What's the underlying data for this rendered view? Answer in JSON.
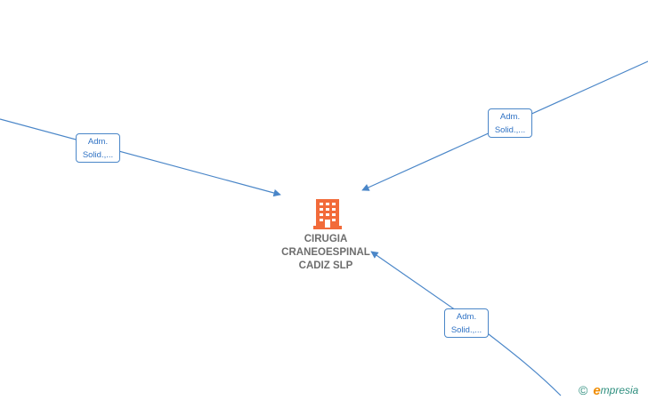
{
  "company": {
    "name_lines": [
      "CIRUGIA",
      "CRANEOESPINAL",
      "CADIZ  SLP"
    ],
    "icon": "building-icon",
    "icon_color": "#f26b3a"
  },
  "edges": [
    {
      "label_line1": "Adm.",
      "label_line2": "Solid.,..."
    },
    {
      "label_line1": "Adm.",
      "label_line2": "Solid.,..."
    },
    {
      "label_line1": "Adm.",
      "label_line2": "Solid.,..."
    }
  ],
  "colors": {
    "edge": "#4a86c8",
    "label_text": "#2f72c4",
    "node_text": "#6d6d6d"
  },
  "brand": {
    "copyright_symbol": "©",
    "logo_initial": "e",
    "logo_rest": "mpresia"
  }
}
